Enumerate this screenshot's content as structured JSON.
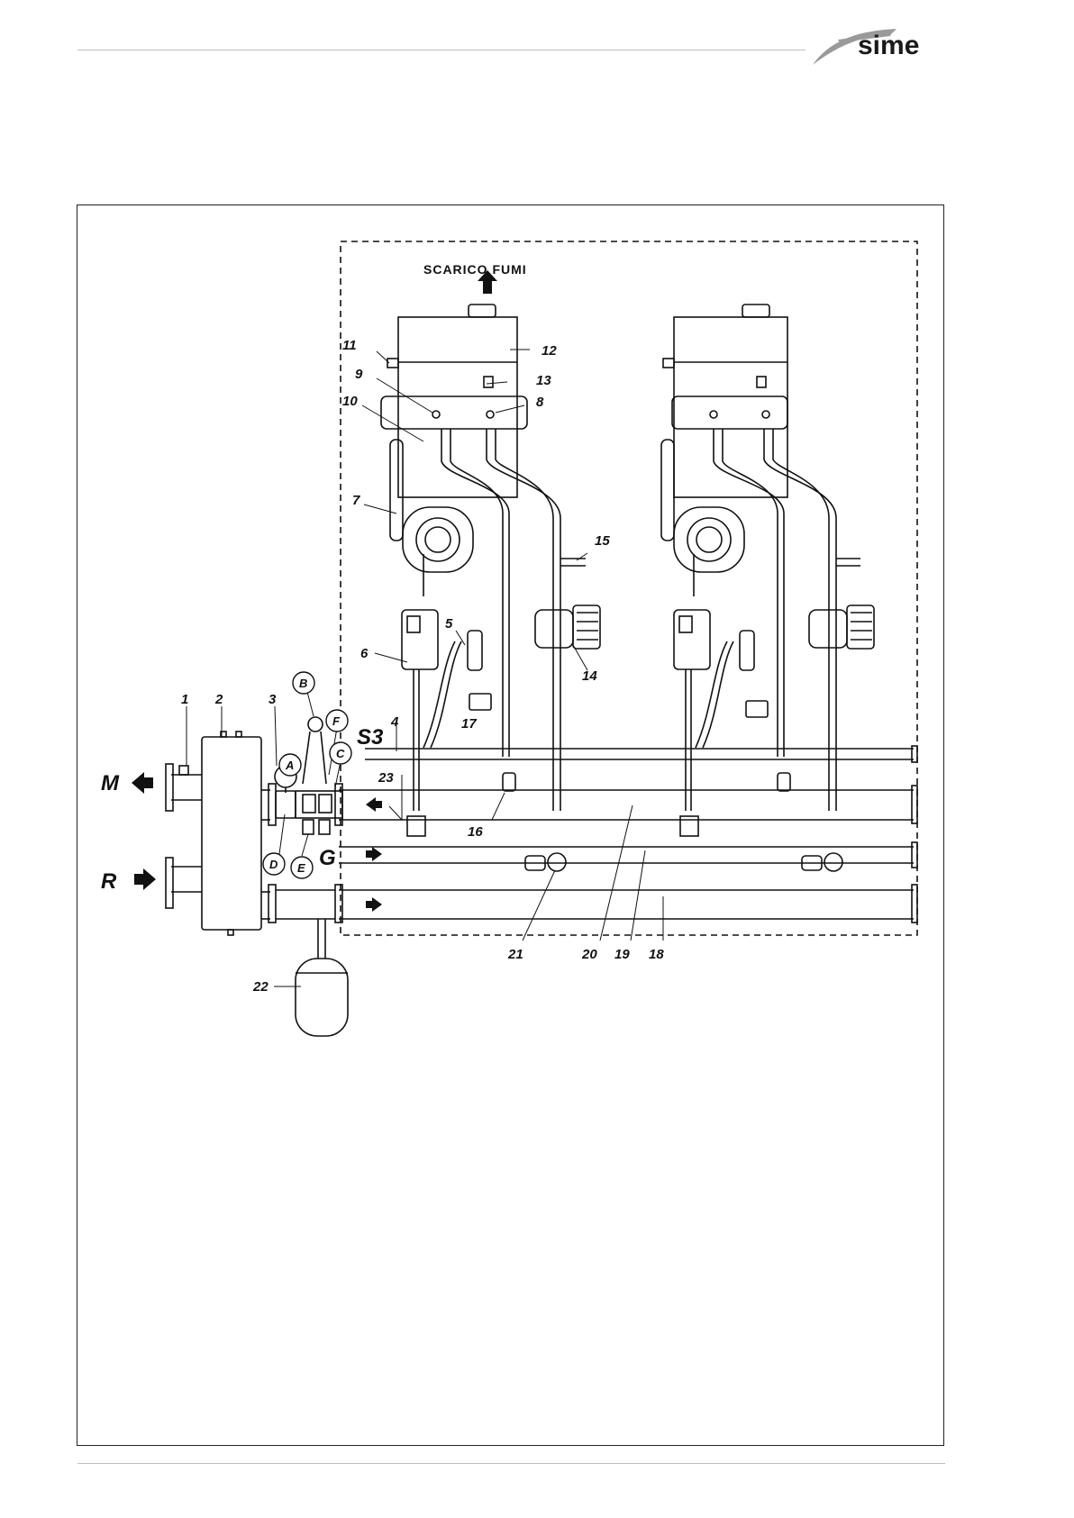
{
  "brand": {
    "name": "sime",
    "color": "#1a1a1a",
    "swoosh_color": "#9a9a9a"
  },
  "diagram": {
    "flue_label": "SCARICO FUMI",
    "side_labels": {
      "M": "M",
      "R": "R",
      "G": "G",
      "S3": "S3"
    },
    "part_numbers": [
      "1",
      "2",
      "3",
      "4",
      "5",
      "6",
      "7",
      "8",
      "9",
      "10",
      "11",
      "12",
      "13",
      "14",
      "15",
      "16",
      "17",
      "18",
      "19",
      "20",
      "21",
      "22",
      "23"
    ],
    "circled_letters": [
      "A",
      "B",
      "C",
      "D",
      "E",
      "F"
    ],
    "line_color": "#111111",
    "arrow_icons": [
      "arrow-left-icon",
      "arrow-right-icon",
      "arrow-up-icon"
    ]
  }
}
